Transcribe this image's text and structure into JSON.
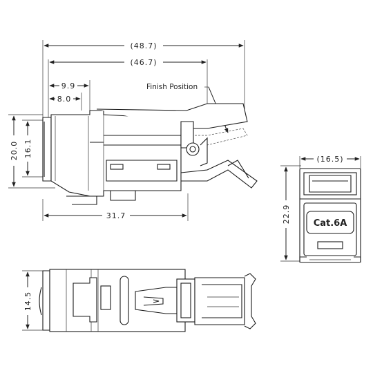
{
  "dimensions": {
    "overall_length": "(48.7)",
    "body_length": "(46.7)",
    "offset_a": "9.9",
    "offset_b": "8.0",
    "height_total": "20.0",
    "height_inner": "16.1",
    "base_length": "31.7",
    "front_width": "(16.5)",
    "front_height": "22.9",
    "bottom_width": "14.5"
  },
  "annotations": {
    "finish_position": "Finish Position"
  },
  "marking": {
    "category": "Cat.6A"
  }
}
